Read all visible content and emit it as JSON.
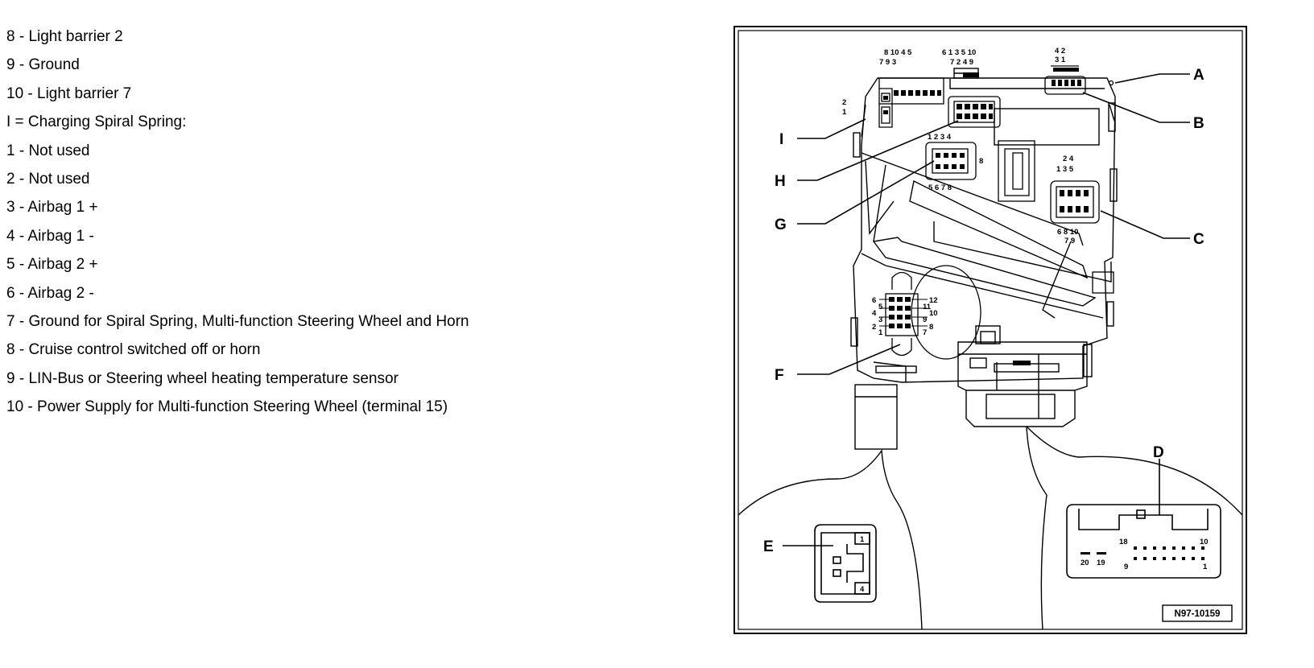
{
  "legend": [
    "8 - Light barrier 2",
    "9 - Ground",
    "10 - Light barrier 7",
    "I = Charging Spiral Spring:",
    "1 - Not used",
    "2 - Not used",
    "3 - Airbag 1 +",
    "4 - Airbag 1 -",
    "5 - Airbag 2 +",
    "6 - Airbag 2 -",
    "7 - Ground for Spiral Spring, Multi-function Steering Wheel and Horn",
    "8 - Cruise control switched off or horn",
    "9 - LIN-Bus or Steering wheel heating temperature sensor",
    "10 - Power Supply for Multi-function Steering Wheel (terminal 15)"
  ],
  "callouts": {
    "A": "A",
    "B": "B",
    "C": "C",
    "D": "D",
    "E": "E",
    "F": "F",
    "G": "G",
    "H": "H",
    "I": "I"
  },
  "reference": "N97-10159",
  "pins": {
    "top_i_row1": "8  10  4  5",
    "top_i_row2": "7  9  3",
    "top_h_row1": "6  1  3  5  10",
    "top_h_row2": "7  2  4  9",
    "b_top": "4  2",
    "b_mid": "3  1",
    "side_2": "2",
    "side_1": "1",
    "g_top": "1  2  3  4",
    "g_bottom": "5  6 7  8",
    "g_side": "8",
    "c_top1": "2  4",
    "c_top2": "1  3  5",
    "c_bottom": "6  8  10",
    "c_bottom2": "7  9",
    "f_l1": "6",
    "f_l2": "5",
    "f_l3": "4",
    "f_l4": "3",
    "f_l5": "2",
    "f_l6": "1",
    "f_r1": "12",
    "f_r2": "11",
    "f_r3": "10",
    "f_r4": "9",
    "f_r5": "8",
    "f_r6": "7",
    "e_1": "1",
    "e_4": "4",
    "d_18": "18",
    "d_10": "10",
    "d_20": "20",
    "d_19": "19",
    "d_9": "9",
    "d_1": "1"
  }
}
